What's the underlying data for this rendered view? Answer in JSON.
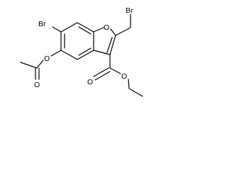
{
  "diagram": {
    "type": "chemical-structure",
    "atoms": {
      "br_ring": "Br",
      "br_methyl": "Br",
      "o_furan": "O",
      "o_acetoxy": "O",
      "o_acetyl_carbonyl": "O",
      "o_ester_carbonyl": "O",
      "o_ester": "O"
    }
  }
}
